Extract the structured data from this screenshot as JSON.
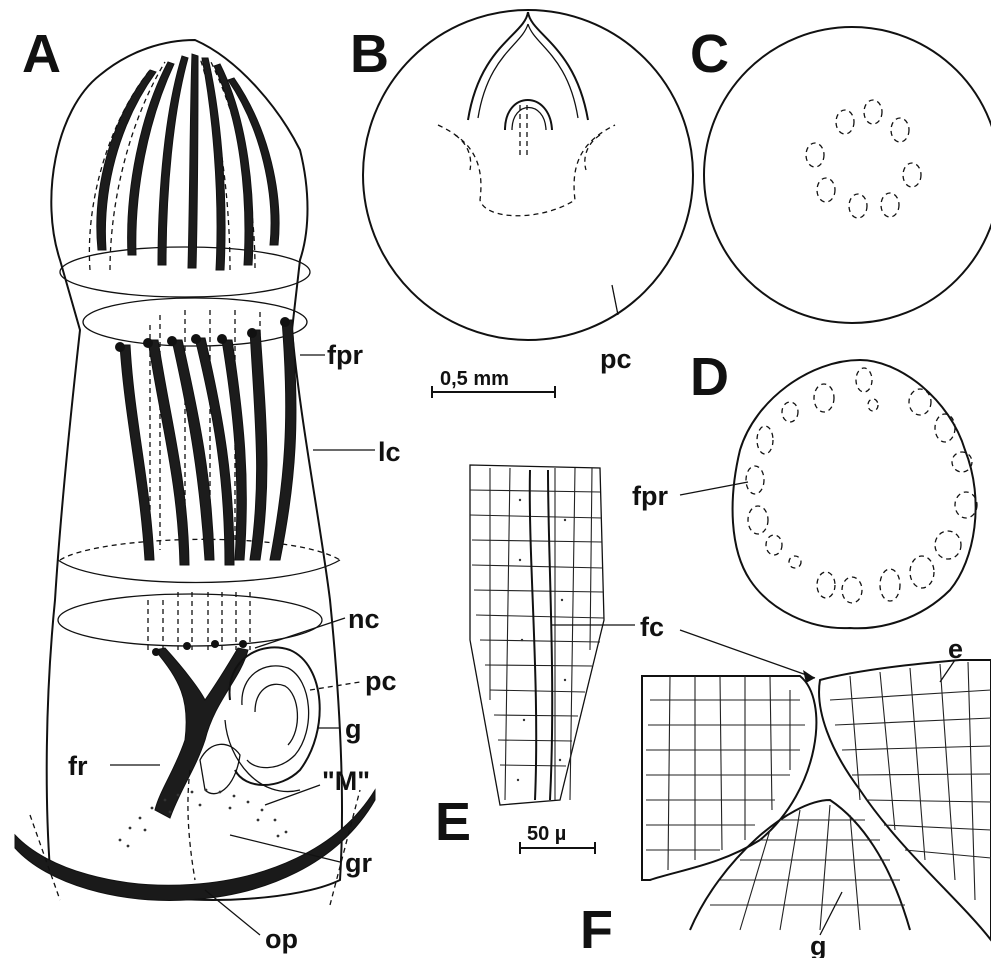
{
  "panels": {
    "A": "A",
    "B": "B",
    "C": "C",
    "D": "D",
    "E": "E",
    "F": "F"
  },
  "labels": {
    "fpr_a": "fpr",
    "lc": "lc",
    "nc": "nc",
    "pc_a": "pc",
    "g_a": "g",
    "fr": "fr",
    "m": "\"M\"",
    "gr": "gr",
    "op": "op",
    "pc_b": "pc",
    "fpr_d": "fpr",
    "fc": "fc",
    "e": "e",
    "g_f": "g"
  },
  "scale_bars": {
    "b": "0,5 mm",
    "e": "50 µ"
  }
}
